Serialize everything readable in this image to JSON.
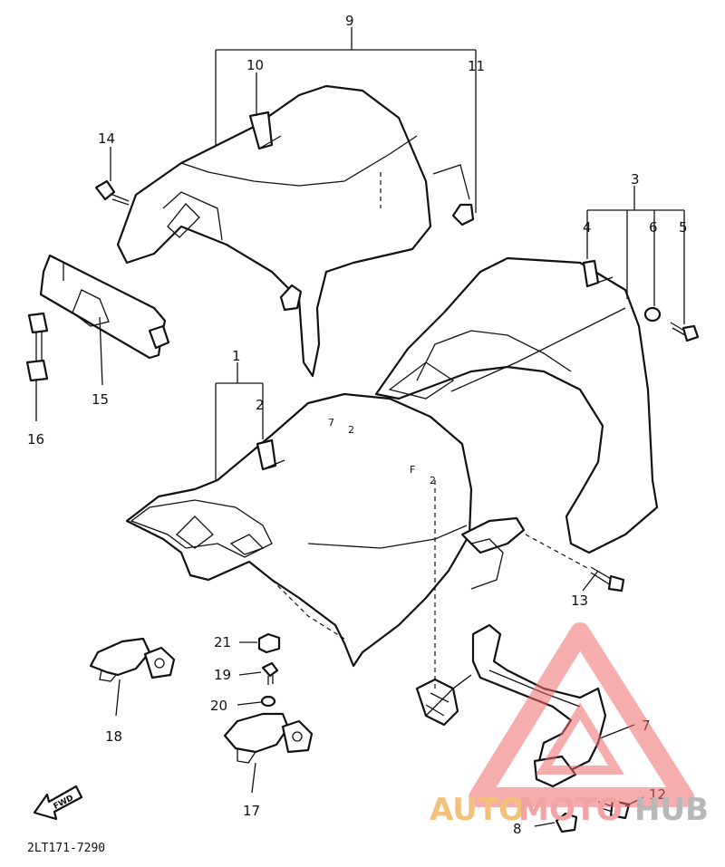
{
  "diagram": {
    "labels": {
      "n1": "1",
      "n2": "2",
      "n3": "3",
      "n4": "4",
      "n5": "5",
      "n6": "6",
      "n7": "7",
      "n8": "8",
      "n9": "9",
      "n10": "10",
      "n11": "11",
      "n12": "12",
      "n13": "13",
      "n14": "14",
      "n15": "15",
      "n16": "16",
      "n17": "17",
      "n18": "18",
      "n19": "19",
      "n20": "20",
      "n21": "21"
    },
    "fwd_label": "FWD",
    "code": "2LT171-7290",
    "watermark": {
      "text_a": "AUTO",
      "text_b": "MOTO",
      "text_c": "HUB",
      "color_a": "#f3c27a",
      "color_b": "#f2a3a3",
      "color_c": "#b8b8b8"
    }
  }
}
